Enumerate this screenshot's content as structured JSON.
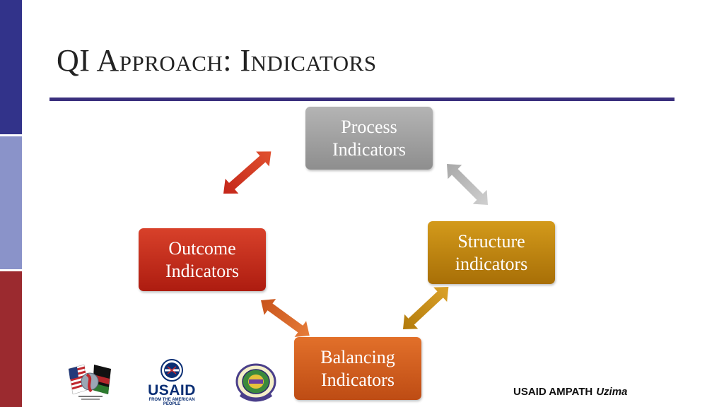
{
  "slide": {
    "title": "QI Approach: Indicators"
  },
  "cycle": {
    "process": "Process\nIndicators",
    "structure": "Structure\nindicators",
    "balancing": "Balancing\nIndicators",
    "outcome": "Outcome\nIndicators"
  },
  "colors": {
    "sidebar_top": "#32338a",
    "sidebar_mid": "#8a93c9",
    "sidebar_bottom": "#9b2a2f",
    "title_rule": "#3a2f7d",
    "process": "#9e9e9e",
    "structure": "#c0860f",
    "balancing": "#d05e1e",
    "outcome": "#c02a1a"
  },
  "logos": {
    "usaid_name": "USAID",
    "usaid_tagline": "FROM THE AMERICAN PEOPLE"
  },
  "footer": {
    "org": "USAID AMPATH",
    "program": "Uzima"
  }
}
